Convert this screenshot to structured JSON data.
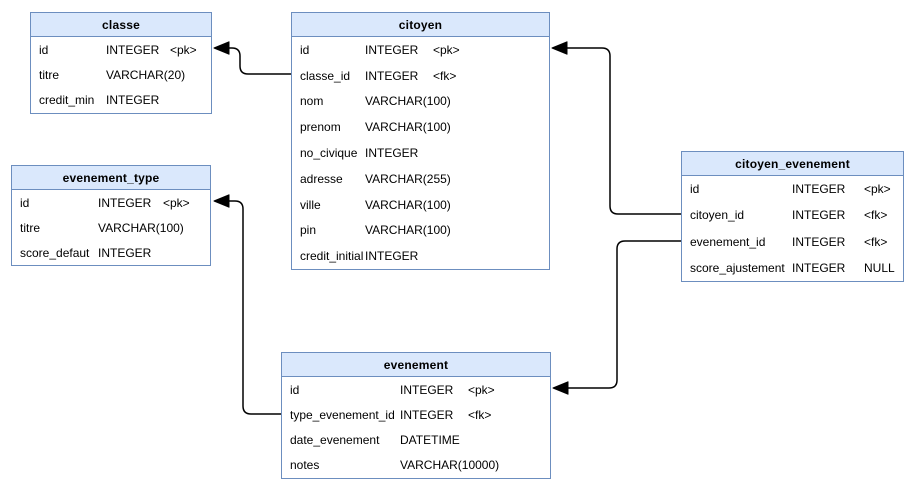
{
  "diagram": {
    "tables": {
      "classe": {
        "title": "classe",
        "rows": [
          {
            "name": "id",
            "type": "INTEGER",
            "flag": "<pk>"
          },
          {
            "name": "titre",
            "type": "VARCHAR(20)",
            "flag": ""
          },
          {
            "name": "credit_min",
            "type": "INTEGER",
            "flag": ""
          }
        ]
      },
      "citoyen": {
        "title": "citoyen",
        "rows": [
          {
            "name": "id",
            "type": "INTEGER",
            "flag": "<pk>"
          },
          {
            "name": "classe_id",
            "type": "INTEGER",
            "flag": "<fk>"
          },
          {
            "name": "nom",
            "type": "VARCHAR(100)",
            "flag": ""
          },
          {
            "name": "prenom",
            "type": "VARCHAR(100)",
            "flag": ""
          },
          {
            "name": "no_civique",
            "type": "INTEGER",
            "flag": ""
          },
          {
            "name": "adresse",
            "type": "VARCHAR(255)",
            "flag": ""
          },
          {
            "name": "ville",
            "type": "VARCHAR(100)",
            "flag": ""
          },
          {
            "name": "pin",
            "type": "VARCHAR(100)",
            "flag": ""
          },
          {
            "name": "credit_initial",
            "type": "INTEGER",
            "flag": ""
          }
        ]
      },
      "evenement_type": {
        "title": "evenement_type",
        "rows": [
          {
            "name": "id",
            "type": "INTEGER",
            "flag": "<pk>"
          },
          {
            "name": "titre",
            "type": "VARCHAR(100)",
            "flag": ""
          },
          {
            "name": "score_defaut",
            "type": "INTEGER",
            "flag": ""
          }
        ]
      },
      "citoyen_evenement": {
        "title": "citoyen_evenement",
        "rows": [
          {
            "name": "id",
            "type": "INTEGER",
            "flag": "<pk>"
          },
          {
            "name": "citoyen_id",
            "type": "INTEGER",
            "flag": "<fk>"
          },
          {
            "name": "evenement_id",
            "type": "INTEGER",
            "flag": "<fk>"
          },
          {
            "name": "score_ajustement",
            "type": "INTEGER",
            "flag": "NULL"
          }
        ]
      },
      "evenement": {
        "title": "evenement",
        "rows": [
          {
            "name": "id",
            "type": "INTEGER",
            "flag": "<pk>"
          },
          {
            "name": "type_evenement_id",
            "type": "INTEGER",
            "flag": "<fk>"
          },
          {
            "name": "date_evenement",
            "type": "DATETIME",
            "flag": ""
          },
          {
            "name": "notes",
            "type": "VARCHAR(10000)",
            "flag": ""
          }
        ]
      }
    },
    "relations": [
      {
        "from": "citoyen.classe_id",
        "to": "classe.id"
      },
      {
        "from": "citoyen_evenement.citoyen_id",
        "to": "citoyen.id"
      },
      {
        "from": "citoyen_evenement.evenement_id",
        "to": "evenement.id"
      },
      {
        "from": "evenement.type_evenement_id",
        "to": "evenement_type.id"
      }
    ],
    "colors": {
      "header_fill": "#dae8fc",
      "table_border": "#6c8ebf",
      "table_body_fill": "#ffffff",
      "connector": "#000000",
      "text": "#000000",
      "background": "#ffffff"
    }
  }
}
